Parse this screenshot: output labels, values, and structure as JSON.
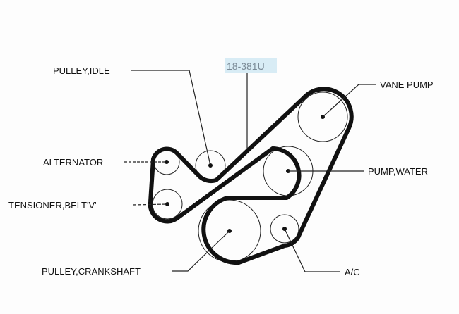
{
  "diagram": {
    "part_number": "18-381U",
    "labels": {
      "pulley_idle": "PULLEY,IDLE",
      "alternator": "ALTERNATOR",
      "tensioner": "TENSIONER,BELT'V'",
      "crankshaft": "PULLEY,CRANKSHAFT",
      "vane_pump": "VANE PUMP",
      "water_pump": "PUMP,WATER",
      "ac": "A/C"
    },
    "colors": {
      "belt": "#111111",
      "tag_bg": "#d8ecf5",
      "tag_text": "#7a8a96"
    }
  }
}
